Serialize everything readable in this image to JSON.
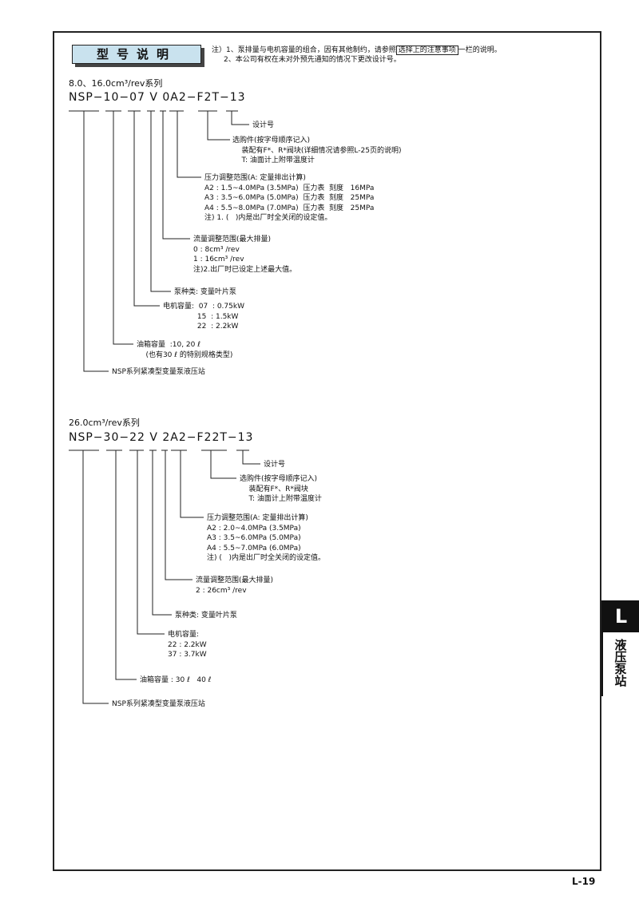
{
  "header": {
    "title": "型号说明",
    "note1_a": "注）1、泵排量与电机容量的组合，因有其他制约，请参照",
    "note1_box": "选择上的注意事项",
    "note1_b": "一栏的说明。",
    "note2": "2、本公司有权在未对外预先通知的情况下更改设计号。"
  },
  "section1": {
    "series": "8.0、16.0cm³/rev系列",
    "model": "NSP−10−07 V 0A2−F2T−13",
    "labels": [
      "设计号",
      "选购件(按字母顺序记入)\n    装配有F*、R*阀块(详细情况请参照L-25页的说明)\n    T: 油面计上附带温度计",
      "压力调整范围(A: 定量排出计算)\nA2 : 1.5~4.0MPa (3.5MPa)  压力表  刻度   16MPa\nA3 : 3.5~6.0MPa (5.0MPa)  压力表  刻度   25MPa\nA4 : 5.5~8.0MPa (7.0MPa)  压力表  刻度   25MPa\n注) 1. (   )内是出厂时全关闭的设定值。",
      "流量调整范围(最大排量)\n0 : 8cm³ /rev\n1 : 16cm³ /rev\n注)2.出厂时已设定上述最大值。",
      "泵种类: 变量叶片泵",
      "电机容量:  07  : 0.75kW\n               15  : 1.5kW\n               22  : 2.2kW",
      "油箱容量  :10, 20 ℓ\n    (也有30 ℓ 的特别规格类型)",
      "NSP系列紧凑型变量泵液压站"
    ]
  },
  "section2": {
    "series": "26.0cm³/rev系列",
    "model": "NSP−30−22 V 2A2−F22T−13",
    "labels": [
      "设计号",
      "选购件(按字母顺序记入)\n    装配有F*、R*阀块\n    T: 油面计上附带温度计",
      "压力调整范围(A: 定量排出计算)\nA2 : 2.0~4.0MPa (3.5MPa)\nA3 : 3.5~6.0MPa (5.0MPa)\nA4 : 5.5~7.0MPa (6.0MPa)\n注) (   )内是出厂时全关闭的设定值。",
      "流量调整范围(最大排量)\n2 : 26cm³ /rev",
      "泵种类: 变量叶片泵",
      "电机容量:\n22 : 2.2kW\n37 : 3.7kW",
      "油箱容量 : 30 ℓ   40 ℓ",
      "NSP系列紧凑型变量泵液压站"
    ]
  },
  "side_tab": {
    "letter": "L",
    "text": "液压泵站"
  },
  "page_number": "L-19"
}
